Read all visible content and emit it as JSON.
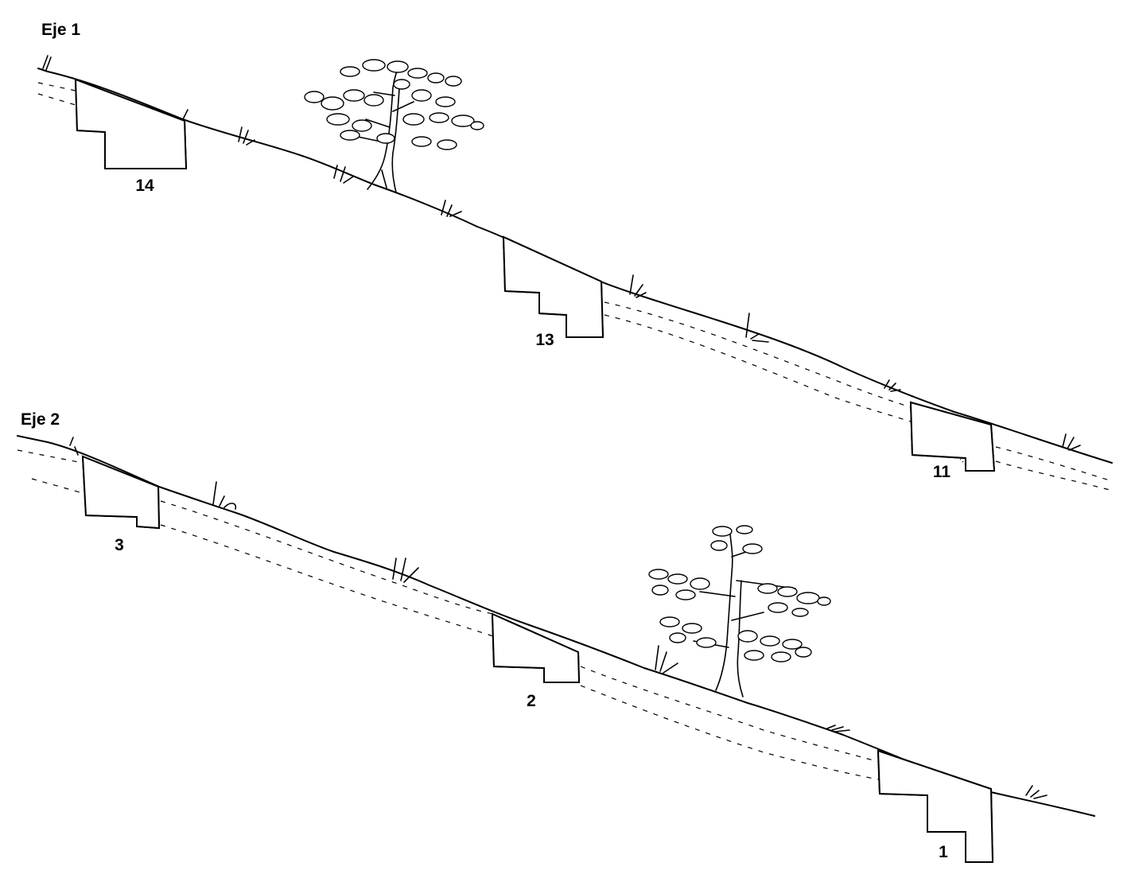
{
  "diagram": {
    "axes": [
      {
        "id": "eje-1",
        "label": "Eje 1",
        "pits": [
          {
            "number": "14"
          },
          {
            "number": "13"
          },
          {
            "number": "11"
          }
        ]
      },
      {
        "id": "eje-2",
        "label": "Eje 2",
        "pits": [
          {
            "number": "3"
          },
          {
            "number": "2"
          },
          {
            "number": "1"
          }
        ]
      }
    ]
  }
}
